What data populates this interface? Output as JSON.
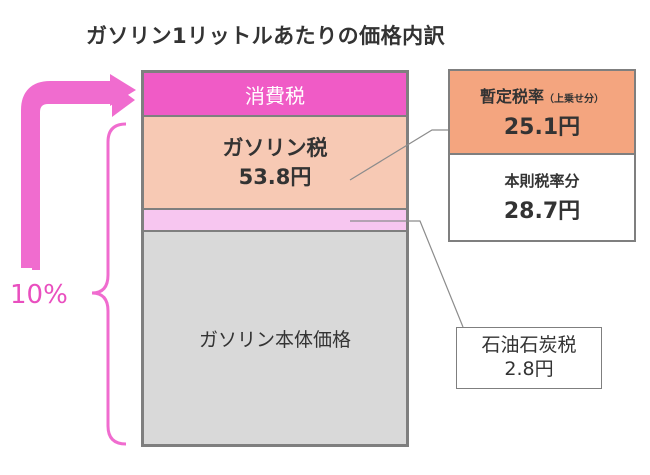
{
  "title": "ガソリン1リットルあたりの価格内訳",
  "stack": {
    "consumption_tax_label": "消費税",
    "gasoline_tax_label": "ガソリン税",
    "gasoline_tax_value": "53.8円",
    "base_price_label": "ガソリン本体価格"
  },
  "tax_breakdown": {
    "provisional_label": "暫定税率",
    "provisional_note": "（上乗せ分）",
    "provisional_value": "25.1円",
    "base_rate_label": "本則税率分",
    "base_rate_value": "28.7円"
  },
  "coal_tax": {
    "label": "石油石炭税",
    "value": "2.8円"
  },
  "consumption_rate": "10%",
  "colors": {
    "consumption": "#f05bc6",
    "gasoline_tax": "#f7c9b4",
    "provisional": "#f4a57f",
    "coal_tax": "#f7c6f0",
    "base_price": "#d9d9d9",
    "arrow_pink": "#f06ccf",
    "border_gray": "#7f7f7f"
  }
}
